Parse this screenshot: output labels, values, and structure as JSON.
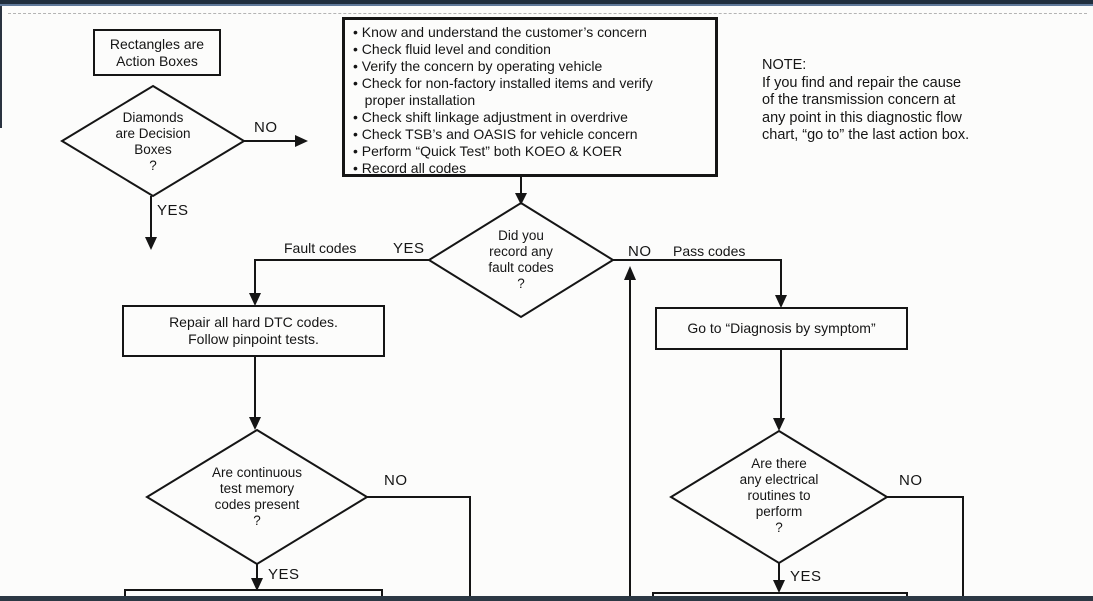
{
  "colors": {
    "top_bar": "#202e3e",
    "top_bar_stripe": "#60799a",
    "bottom_bar": "#2c3844",
    "line": "#151515"
  },
  "legend": {
    "action_box_lines": [
      "Rectangles are",
      "Action Boxes"
    ],
    "decision_diamond_lines": [
      "Diamonds",
      "are Decision",
      "Boxes",
      "?"
    ],
    "no_label": "NO",
    "yes_label": "YES"
  },
  "note": {
    "lines": [
      "NOTE:",
      "If you find and repair the cause",
      "of the transmission concern at",
      "any point in this diagnostic flow",
      "chart, “go to” the last action box."
    ]
  },
  "initial_actions_box": {
    "lines": [
      "• Know and understand the customer’s concern",
      "• Check fluid level and condition",
      "• Verify the concern by operating vehicle",
      "• Check for non-factory installed items and verify",
      "   proper installation",
      "• Check shift linkage adjustment in overdrive",
      "• Check TSB’s and OASIS for vehicle concern",
      "• Perform “Quick Test” both KOEO & KOER",
      "• Record all codes"
    ]
  },
  "record_codes_decision": {
    "lines": [
      "Did you",
      "record any",
      "fault codes",
      "?"
    ],
    "fault_codes_label": "Fault codes",
    "pass_codes_label": "Pass codes",
    "yes_label": "YES",
    "no_label": "NO"
  },
  "repair_box": {
    "lines": [
      "Repair all hard DTC codes.",
      "Follow pinpoint tests."
    ]
  },
  "goto_symptom_box": {
    "label": "Go to “Diagnosis by symptom”"
  },
  "continuous_codes_decision": {
    "lines": [
      "Are continuous",
      "test memory",
      "codes present",
      "?"
    ],
    "yes_label": "YES",
    "no_label": "NO"
  },
  "electrical_routines_decision": {
    "lines": [
      "Are there",
      "any electrical",
      "routines to",
      "perform",
      "?"
    ],
    "yes_label": "YES",
    "no_label": "NO"
  }
}
